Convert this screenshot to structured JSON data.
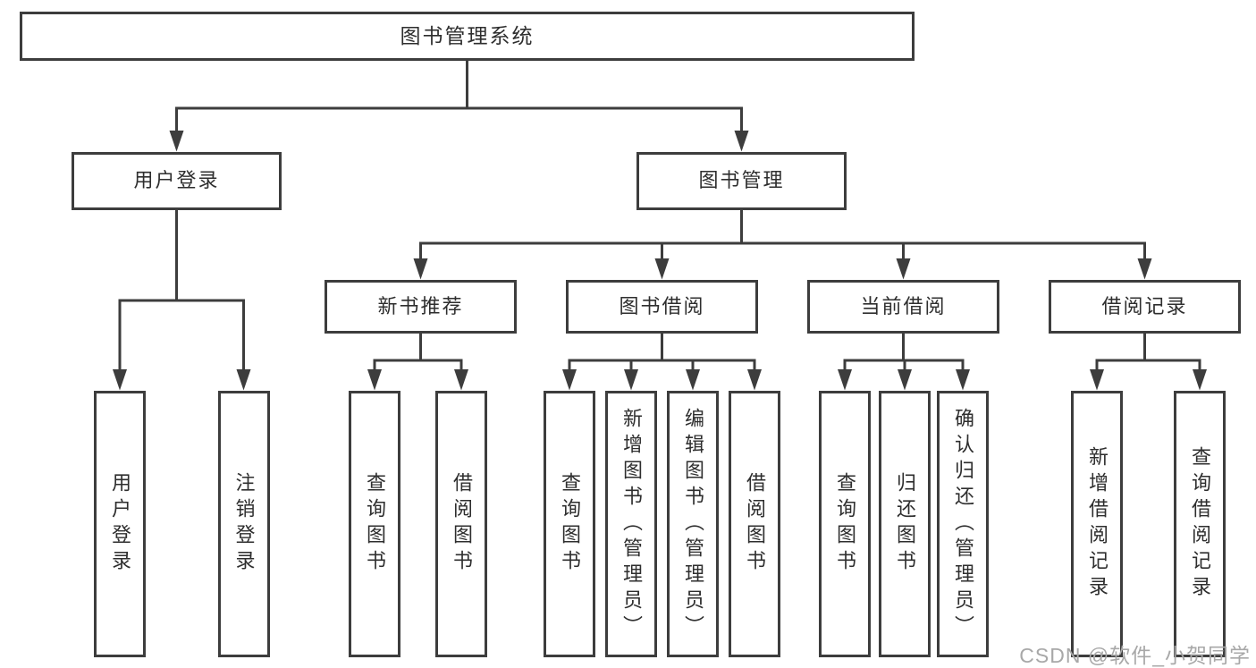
{
  "title": "图书管理系统",
  "level2": {
    "user_login": "用户登录",
    "book_management": "图书管理"
  },
  "level3": {
    "new_book_recommend": "新书推荐",
    "book_borrowing": "图书借阅",
    "current_borrowing": "当前借阅",
    "borrowing_records": "借阅记录"
  },
  "leaves": {
    "user_login": [
      "用户登录",
      "注销登录"
    ],
    "new_book_recommend": [
      "查询图书",
      "借阅图书"
    ],
    "book_borrowing": [
      "查询图书",
      "新增图书（管理员）",
      "编辑图书（管理员）",
      "借阅图书"
    ],
    "current_borrowing": [
      "查询图书",
      "归还图书",
      "确认归还（管理员）"
    ],
    "borrowing_records": [
      "新增借阅记录",
      "查询借阅记录"
    ]
  },
  "watermark": "CSDN @软件_小贺同学",
  "colors": {
    "line": "#3d3d3d",
    "text": "#2e2e2e",
    "watermark": "#a8a8a8",
    "background": "#ffffff"
  }
}
